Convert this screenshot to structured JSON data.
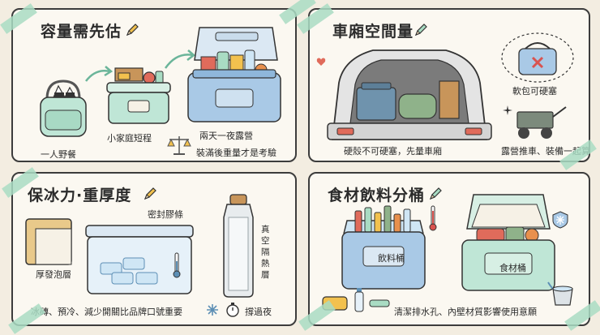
{
  "panels": {
    "capacity": {
      "title": "容量需先估",
      "labels": {
        "solo": "一人野餐",
        "family": "小家庭短程",
        "camping": "兩天一夜露營",
        "weight": "裝滿後重量才是考驗"
      }
    },
    "car_space": {
      "title": "車廂空間量",
      "labels": {
        "hard_first": "硬殼不可硬塞，先量車廂",
        "soft_bag": "軟包可硬塞",
        "wagon": "露營推車、裝備一起算"
      }
    },
    "insulation": {
      "title": "保冰力·重厚度",
      "labels": {
        "seal": "密封膠條",
        "foam": "厚發泡層",
        "vacuum": "真空隔熱層",
        "tips": "冰磚、預冷、減少開關比品牌口號重要",
        "overnight": "撐過夜"
      }
    },
    "food_drink": {
      "title": "食材飲料分桶",
      "labels": {
        "drinks": "飲料桶",
        "food": "食材桶",
        "clean": "清潔排水孔、內壁材質影響使用意願"
      }
    }
  },
  "icons": [
    "pencil-icon",
    "arrow-icon",
    "scale-icon",
    "heart-icon",
    "sparkle-icon",
    "snowflake-icon",
    "thermometer-icon",
    "stopwatch-icon",
    "x-mark-icon"
  ],
  "colors": {
    "background": "#f3ede1",
    "panel": "#fbf8f1",
    "tape": "#a9dcc3",
    "cooler_mint": "#bfe6d6",
    "cooler_blue": "#a9c9e6",
    "ice": "#cfe6f5",
    "accent_red": "#d9534f"
  }
}
